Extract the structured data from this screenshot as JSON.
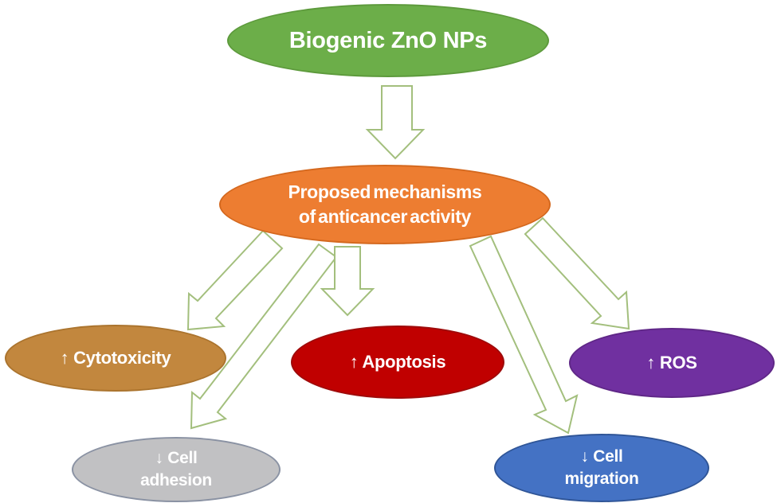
{
  "figure": {
    "background": "#ffffff",
    "description_nodes_count": "7"
  },
  "nodes": {
    "root": {
      "label": "Biogenic ZnO NPs",
      "fill": "#6cae49",
      "border": "#5d9a3c"
    },
    "mechanisms": {
      "line1": "Proposed mechanisms",
      "line2": "of anticancer activity",
      "fill": "#ed7d31",
      "border": "#d4681e"
    },
    "cytotoxicity": {
      "label": "↑ Cytotoxicity",
      "fill": "#c2873e",
      "border": "#ab742e"
    },
    "apoptosis": {
      "label": "↑ Apoptosis",
      "fill": "#c00000",
      "border": "#9e0b0b"
    },
    "ros": {
      "label": "↑ ROS",
      "fill": "#7030a0",
      "border": "#5f2787"
    },
    "adhesion": {
      "line1": "↓ Cell",
      "line2": "adhesion",
      "fill": "#c1c1c3",
      "border": "#8a92a3"
    },
    "migration": {
      "line1": "↓ Cell",
      "line2": "migration",
      "fill": "#4472c4",
      "border": "#2f5597"
    }
  },
  "connectors": {
    "outline": "#a3bf7d",
    "fill": "#ffffff"
  }
}
